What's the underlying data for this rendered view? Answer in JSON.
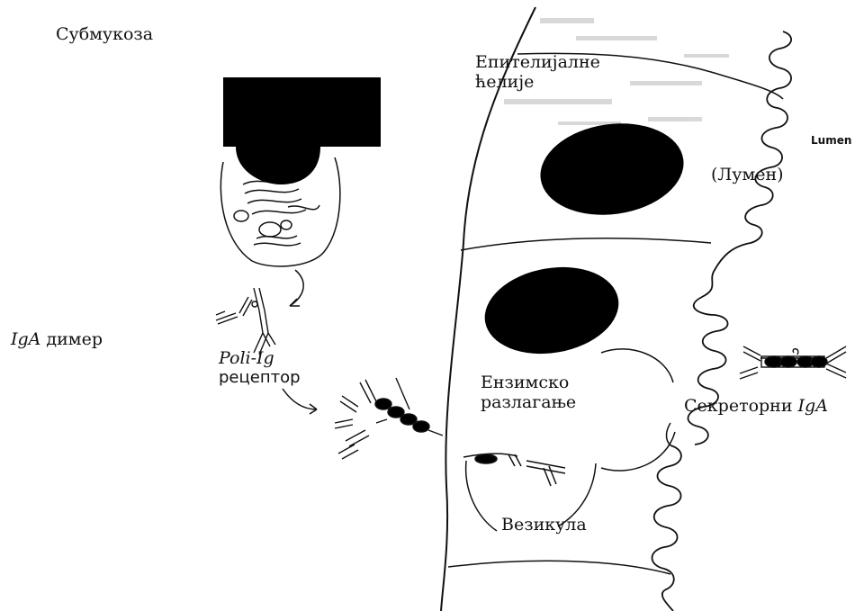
{
  "labels": {
    "submucosa": "Субмукоза",
    "epithelial_line1": "Епителијалне",
    "epithelial_line2": "ћелије",
    "lumen_en": "Lumen",
    "lumen_sr": "(Лумен)",
    "iga_dimer_italic": "IgA",
    "iga_dimer_rest": " димер",
    "poly_ig_line1": "Poli-Ig",
    "poly_ig_line2": "рецептор",
    "enzymatic_line1": "Ензимско",
    "enzymatic_line2": "разлагање",
    "secretory_rest": "Секреторни ",
    "secretory_italic": "IgA",
    "vesicle": "Везикула"
  },
  "colors": {
    "ink": "#111111",
    "nucleus_fill": "#000000",
    "background": "#ffffff",
    "speckle": "#cfcfcf"
  }
}
